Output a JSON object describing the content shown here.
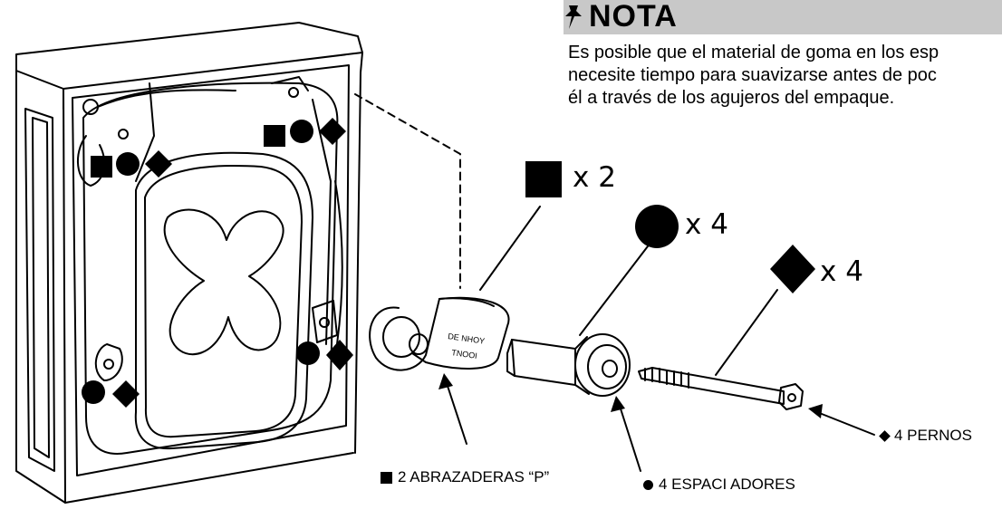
{
  "note": {
    "icon": "pushpin-icon",
    "title": "NOTA",
    "lines": [
      "Es posible que el material de goma en los esp",
      "necesite tiempo para suavizarse antes de poc",
      "él a través de los agujeros del empaque."
    ]
  },
  "counts": {
    "clamps": "x 2",
    "spacers": "x 4",
    "bolts": "x 4"
  },
  "captions": {
    "clamps": "2 ABRAZADERAS “P”",
    "spacers": "4 ESPACI ADORES",
    "bolts": "4 PERNOS"
  },
  "clamp_embossing": [
    "DE NHOY",
    "TNOOI"
  ],
  "symbols": {
    "clamp": "square-icon",
    "spacer": "circle-icon",
    "bolt": "diamond-icon"
  }
}
